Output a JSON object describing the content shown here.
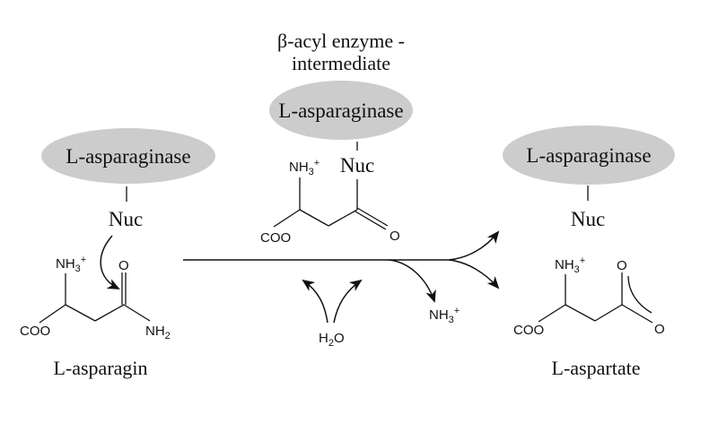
{
  "diagram": {
    "intermediate_title_line1": "β-acyl enzyme -",
    "intermediate_title_line2": "intermediate",
    "enzyme_label": "L-asparaginase",
    "nucleophile_label": "Nuc",
    "enzyme_color": "#cccccc",
    "substrate": {
      "name": "L-asparagin",
      "amine": "NH",
      "amine_sub": "3",
      "amine_charge": "+",
      "carboxylate": "COO",
      "carbonyl_o": "O",
      "amide": "NH",
      "amide_sub": "2"
    },
    "intermediate": {
      "amine": "NH",
      "amine_sub": "3",
      "amine_charge": "+",
      "carboxylate": "COO",
      "carbonyl_o": "O"
    },
    "product": {
      "name": "L-aspartate",
      "amine": "NH",
      "amine_sub": "3",
      "amine_charge": "+",
      "carboxylate": "COO",
      "o1": "O",
      "o2": "O"
    },
    "water": {
      "h": "H",
      "sub": "2",
      "o": "O"
    },
    "ammonia": {
      "n": "NH",
      "sub": "3",
      "charge": "+"
    }
  }
}
